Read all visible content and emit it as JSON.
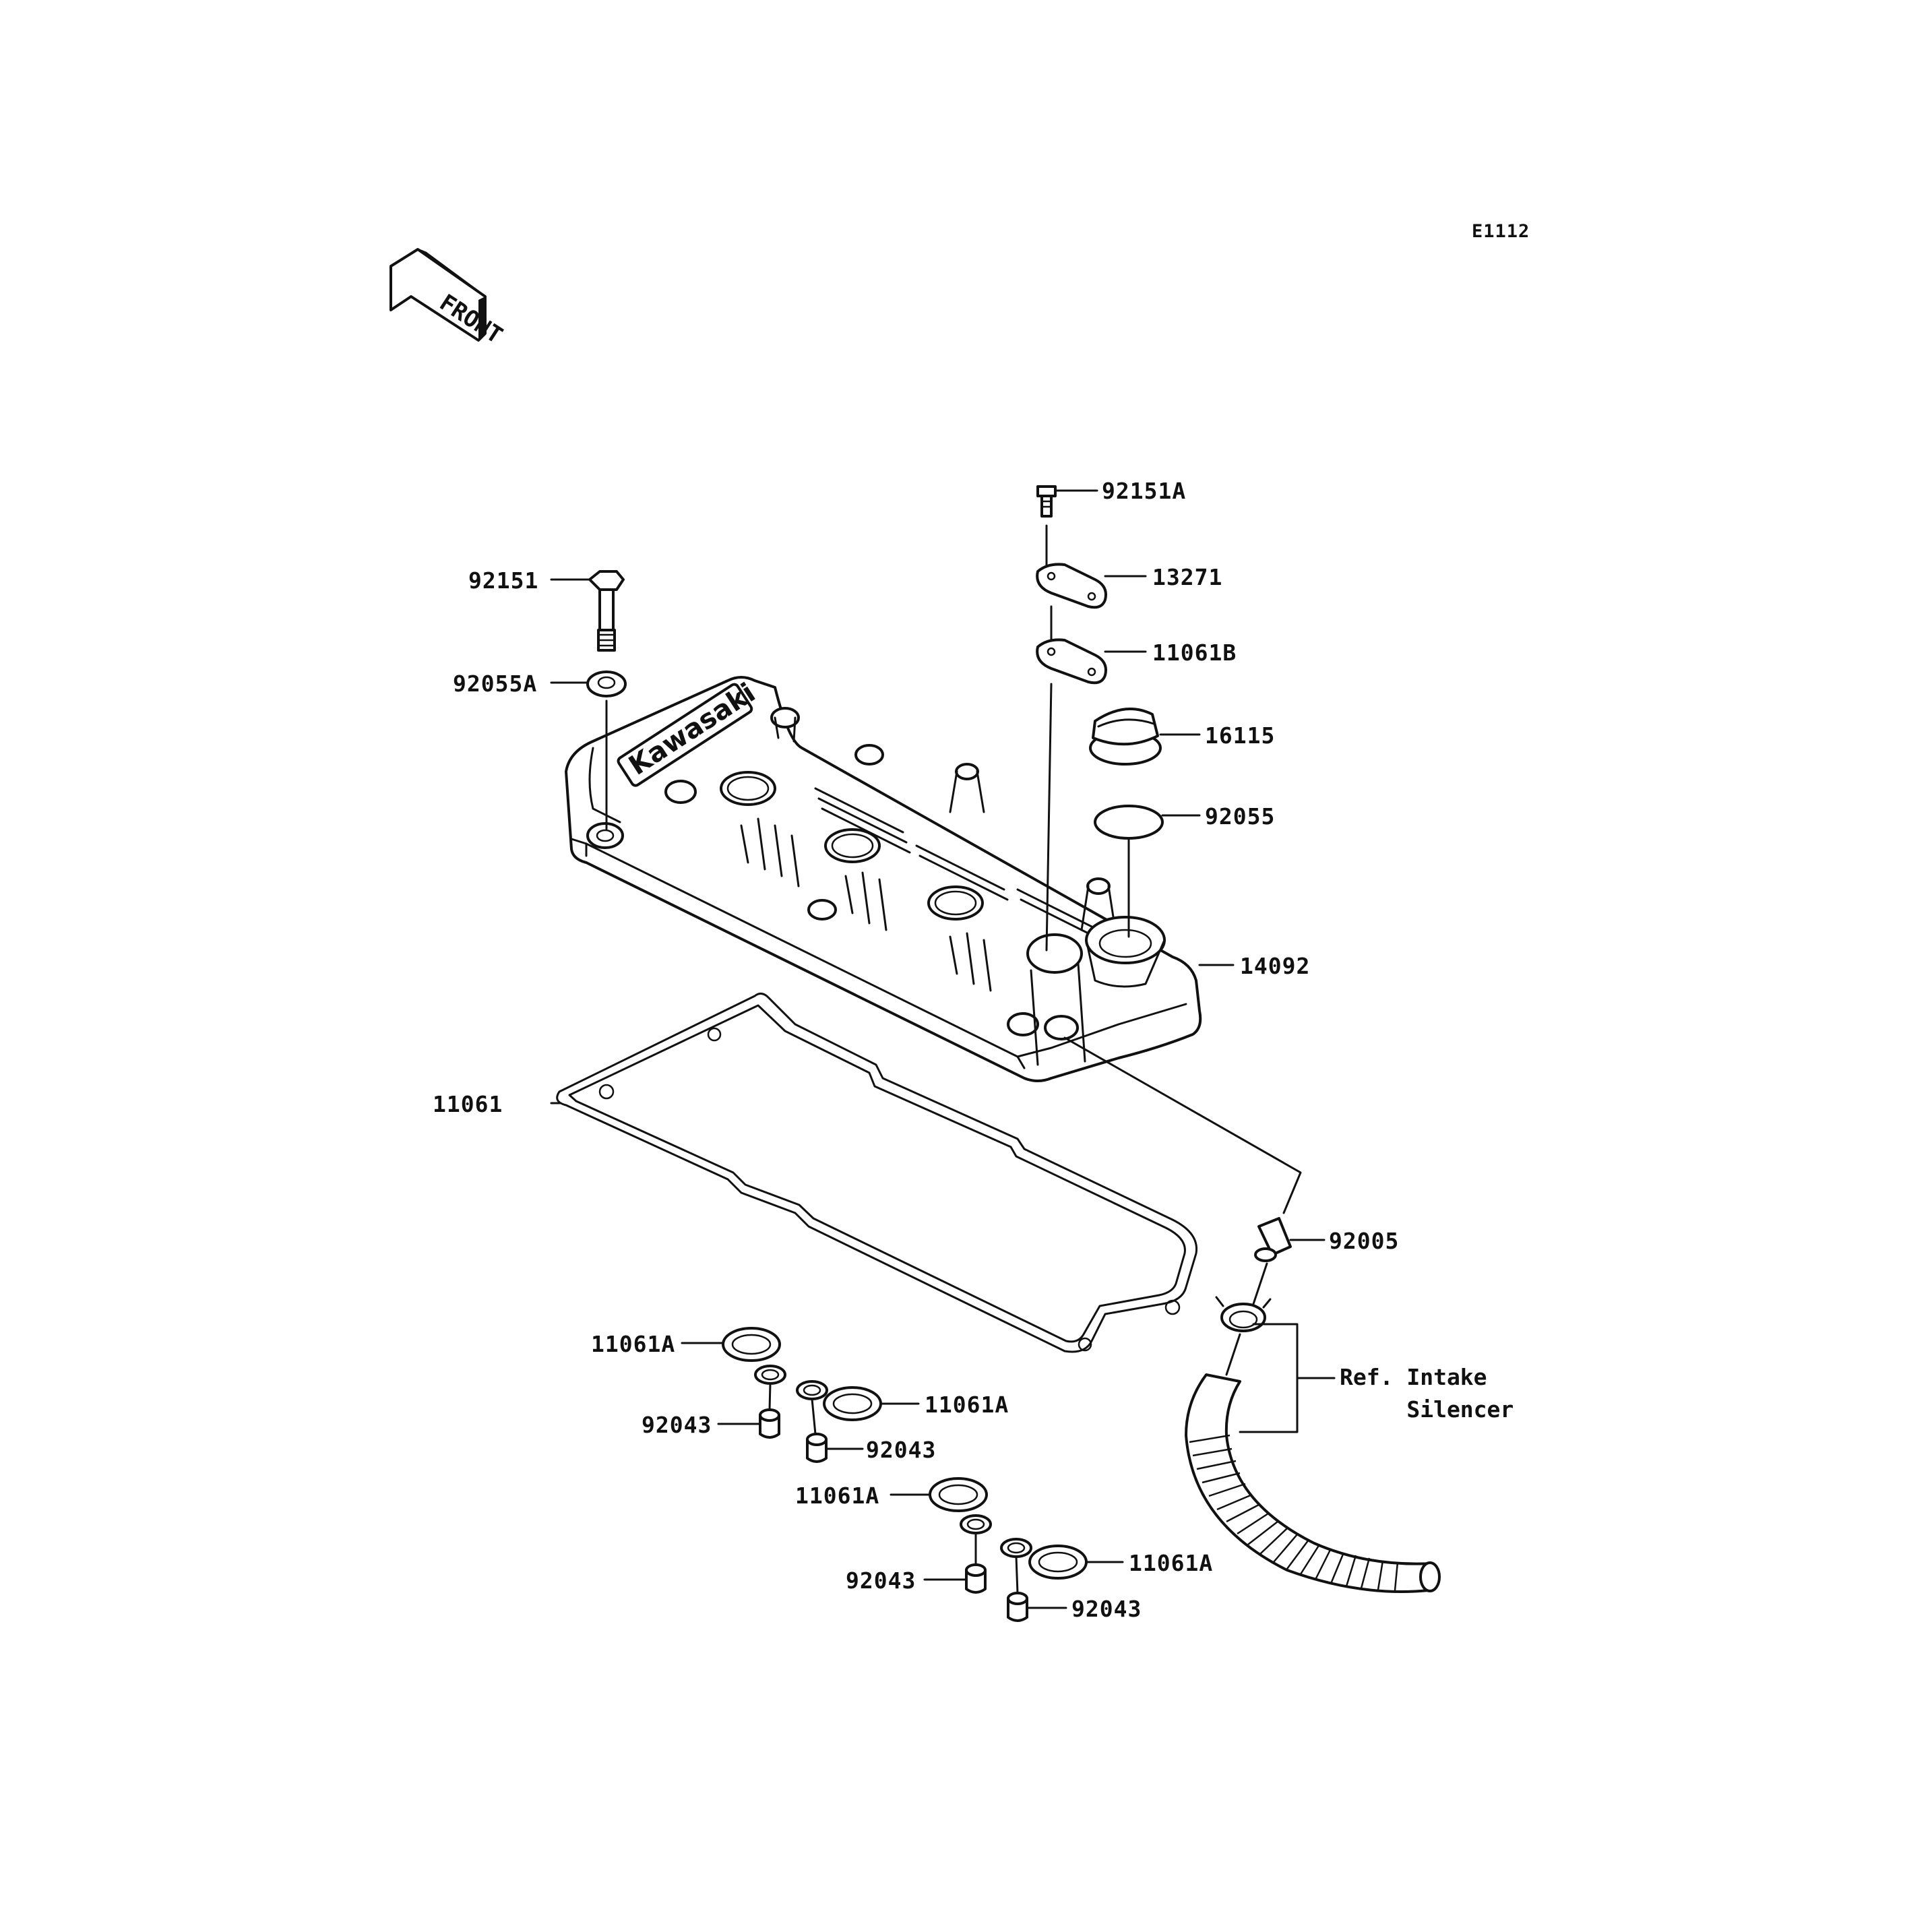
{
  "diagram_code": "E1112",
  "front_label": "FRONT",
  "brand_logo": "Kawasaki",
  "parts": {
    "p92151A": "92151A",
    "p13271": "13271",
    "p11061B": "11061B",
    "p16115": "16115",
    "p92055": "92055",
    "p14092": "14092",
    "p92151": "92151",
    "p92055A": "92055A",
    "p11061": "11061",
    "p92005": "92005",
    "p11061A_1": "11061A",
    "p92043_1": "92043",
    "p11061A_2": "11061A",
    "p92043_2": "92043",
    "p11061A_3": "11061A",
    "p92043_3": "92043",
    "p11061A_4": "11061A",
    "p92043_4": "92043"
  },
  "reference_note": "Ref. Intake\n     Silencer"
}
